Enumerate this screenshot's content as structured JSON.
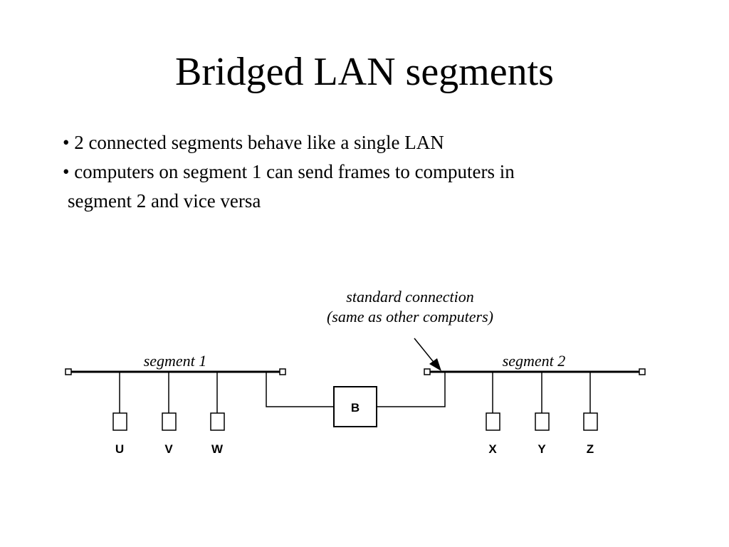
{
  "slide": {
    "title": "Bridged LAN segments",
    "bullets": [
      {
        "marker": "•",
        "line1": "2 connected segments behave like a single LAN",
        "line2": ""
      },
      {
        "marker": "•",
        "line1": "computers on segment 1 can send frames to computers in",
        "line2": "segment 2 and vice versa"
      }
    ]
  },
  "diagram": {
    "segment1_label": "segment 1",
    "segment2_label": "segment 2",
    "bridge_label": "B",
    "annotation_line1": "standard connection",
    "annotation_line2": "(same as other computers)",
    "computers_segment1": [
      "U",
      "V",
      "W"
    ],
    "computers_segment2": [
      "X",
      "Y",
      "Z"
    ]
  }
}
